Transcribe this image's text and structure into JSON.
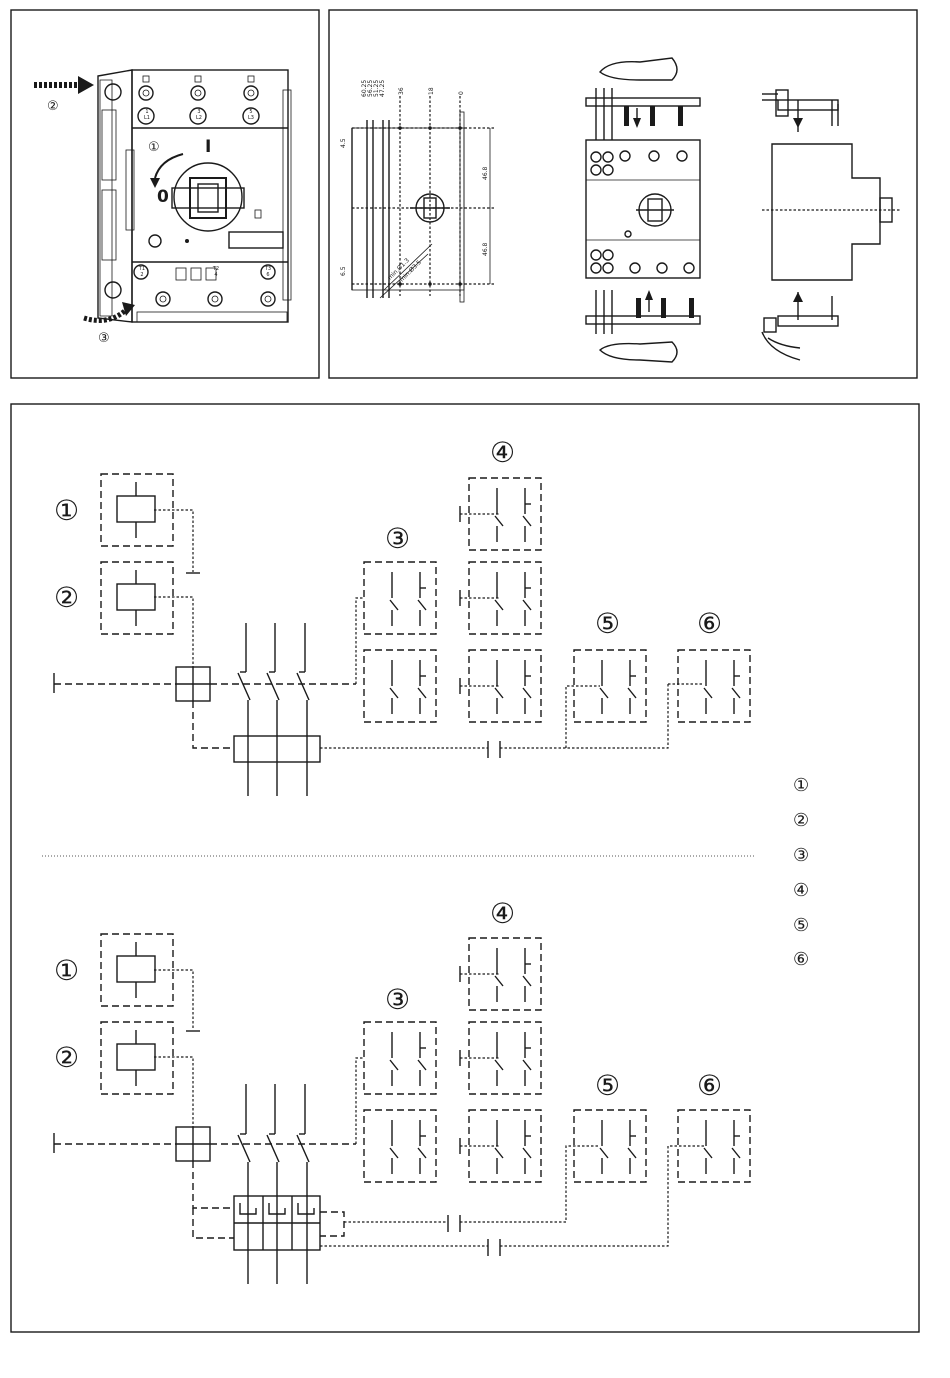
{
  "top_left": {
    "callouts": [
      "①",
      "②",
      "③"
    ],
    "handle_positions": [
      "I",
      "0"
    ],
    "terminal_top": [
      "1\nL1",
      "3\nL2",
      "5\nL3"
    ],
    "terminal_bottom": [
      "T1\n2",
      "T2\n4",
      "T3\n6"
    ]
  },
  "top_right": {
    "dim_ticks": [
      "60.25",
      "56.25",
      "51.25",
      "47.25",
      "36",
      "18",
      "0"
    ],
    "dim_side": [
      "4.5",
      "46.8",
      "46.8",
      "6.5"
    ],
    "dim_holes": [
      "min.Ø1.3",
      "min.Ø3.5"
    ]
  },
  "bottom": {
    "markers": [
      "①",
      "②",
      "③",
      "④",
      "⑤",
      "⑥"
    ],
    "legend": [
      "①",
      "②",
      "③",
      "④",
      "⑤",
      "⑥"
    ]
  }
}
